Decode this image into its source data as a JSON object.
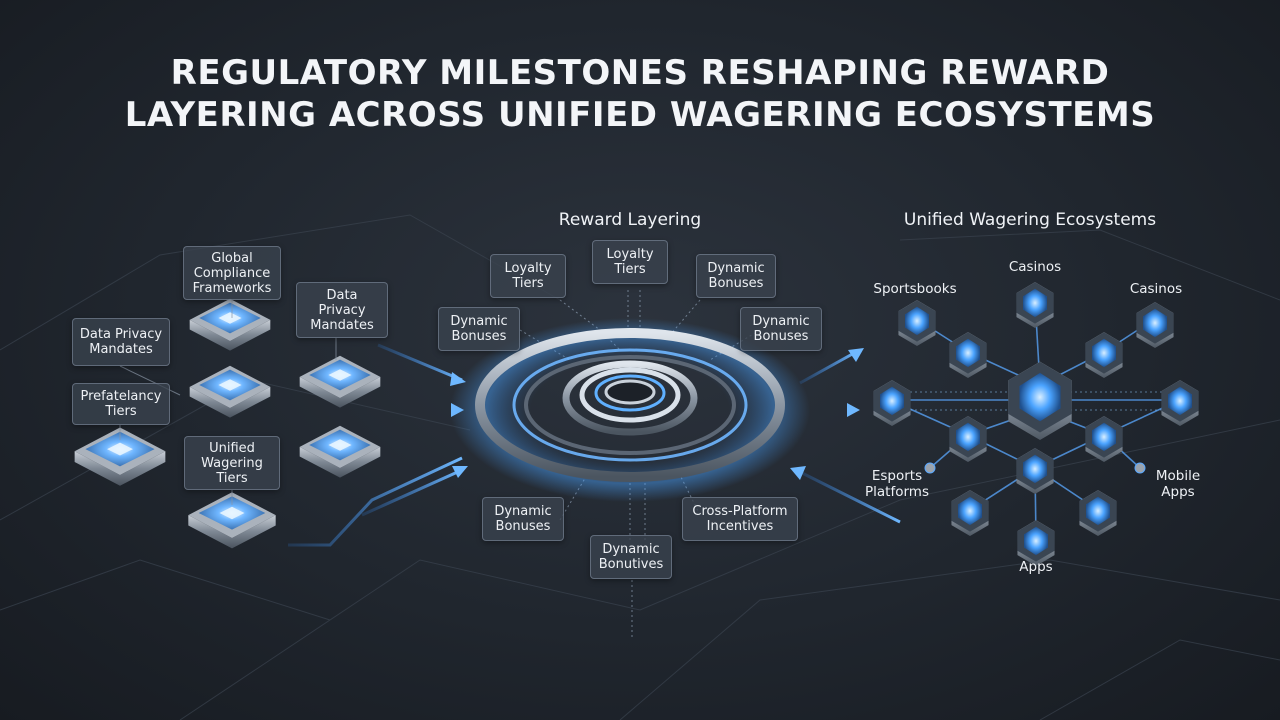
{
  "title_line1": "REGULATORY MILESTONES RESHAPING REWARD",
  "title_line2": "LAYERING ACROSS UNIFIED WAGERING ECOSYSTEMS",
  "reward_section": {
    "title": "Reward Layering",
    "tags": [
      "Loyalty\nTiers",
      "Loyalty\nTiers",
      "Dynamic\nBonuses",
      "Dynamic\nBonuses",
      "Dynamic\nBonuses",
      "Dynamic\nBonuses",
      "Cross-Platform\nIncentives",
      "Dynamic\nBonutives"
    ]
  },
  "ecosystem_section": {
    "title": "Unified Wagering Ecosystems",
    "labels": [
      "Casinos",
      "Sportsbooks",
      "Casinos",
      "Esports\nPlatforms",
      "Mobile\nApps",
      "Apps"
    ]
  },
  "regulatory_tags": [
    "Global\nCompliance\nFrameworks",
    "Data Privacy\nMandates",
    "Data\nPrivacy\nMandates",
    "Prefatelancy\nTiers",
    "Unified\nWagering\nTiers"
  ],
  "colors": {
    "accent": "#4aa3ff",
    "glow": "#7fc4ff",
    "chip_metal": "#9aa3ad",
    "background": "#20262e"
  }
}
